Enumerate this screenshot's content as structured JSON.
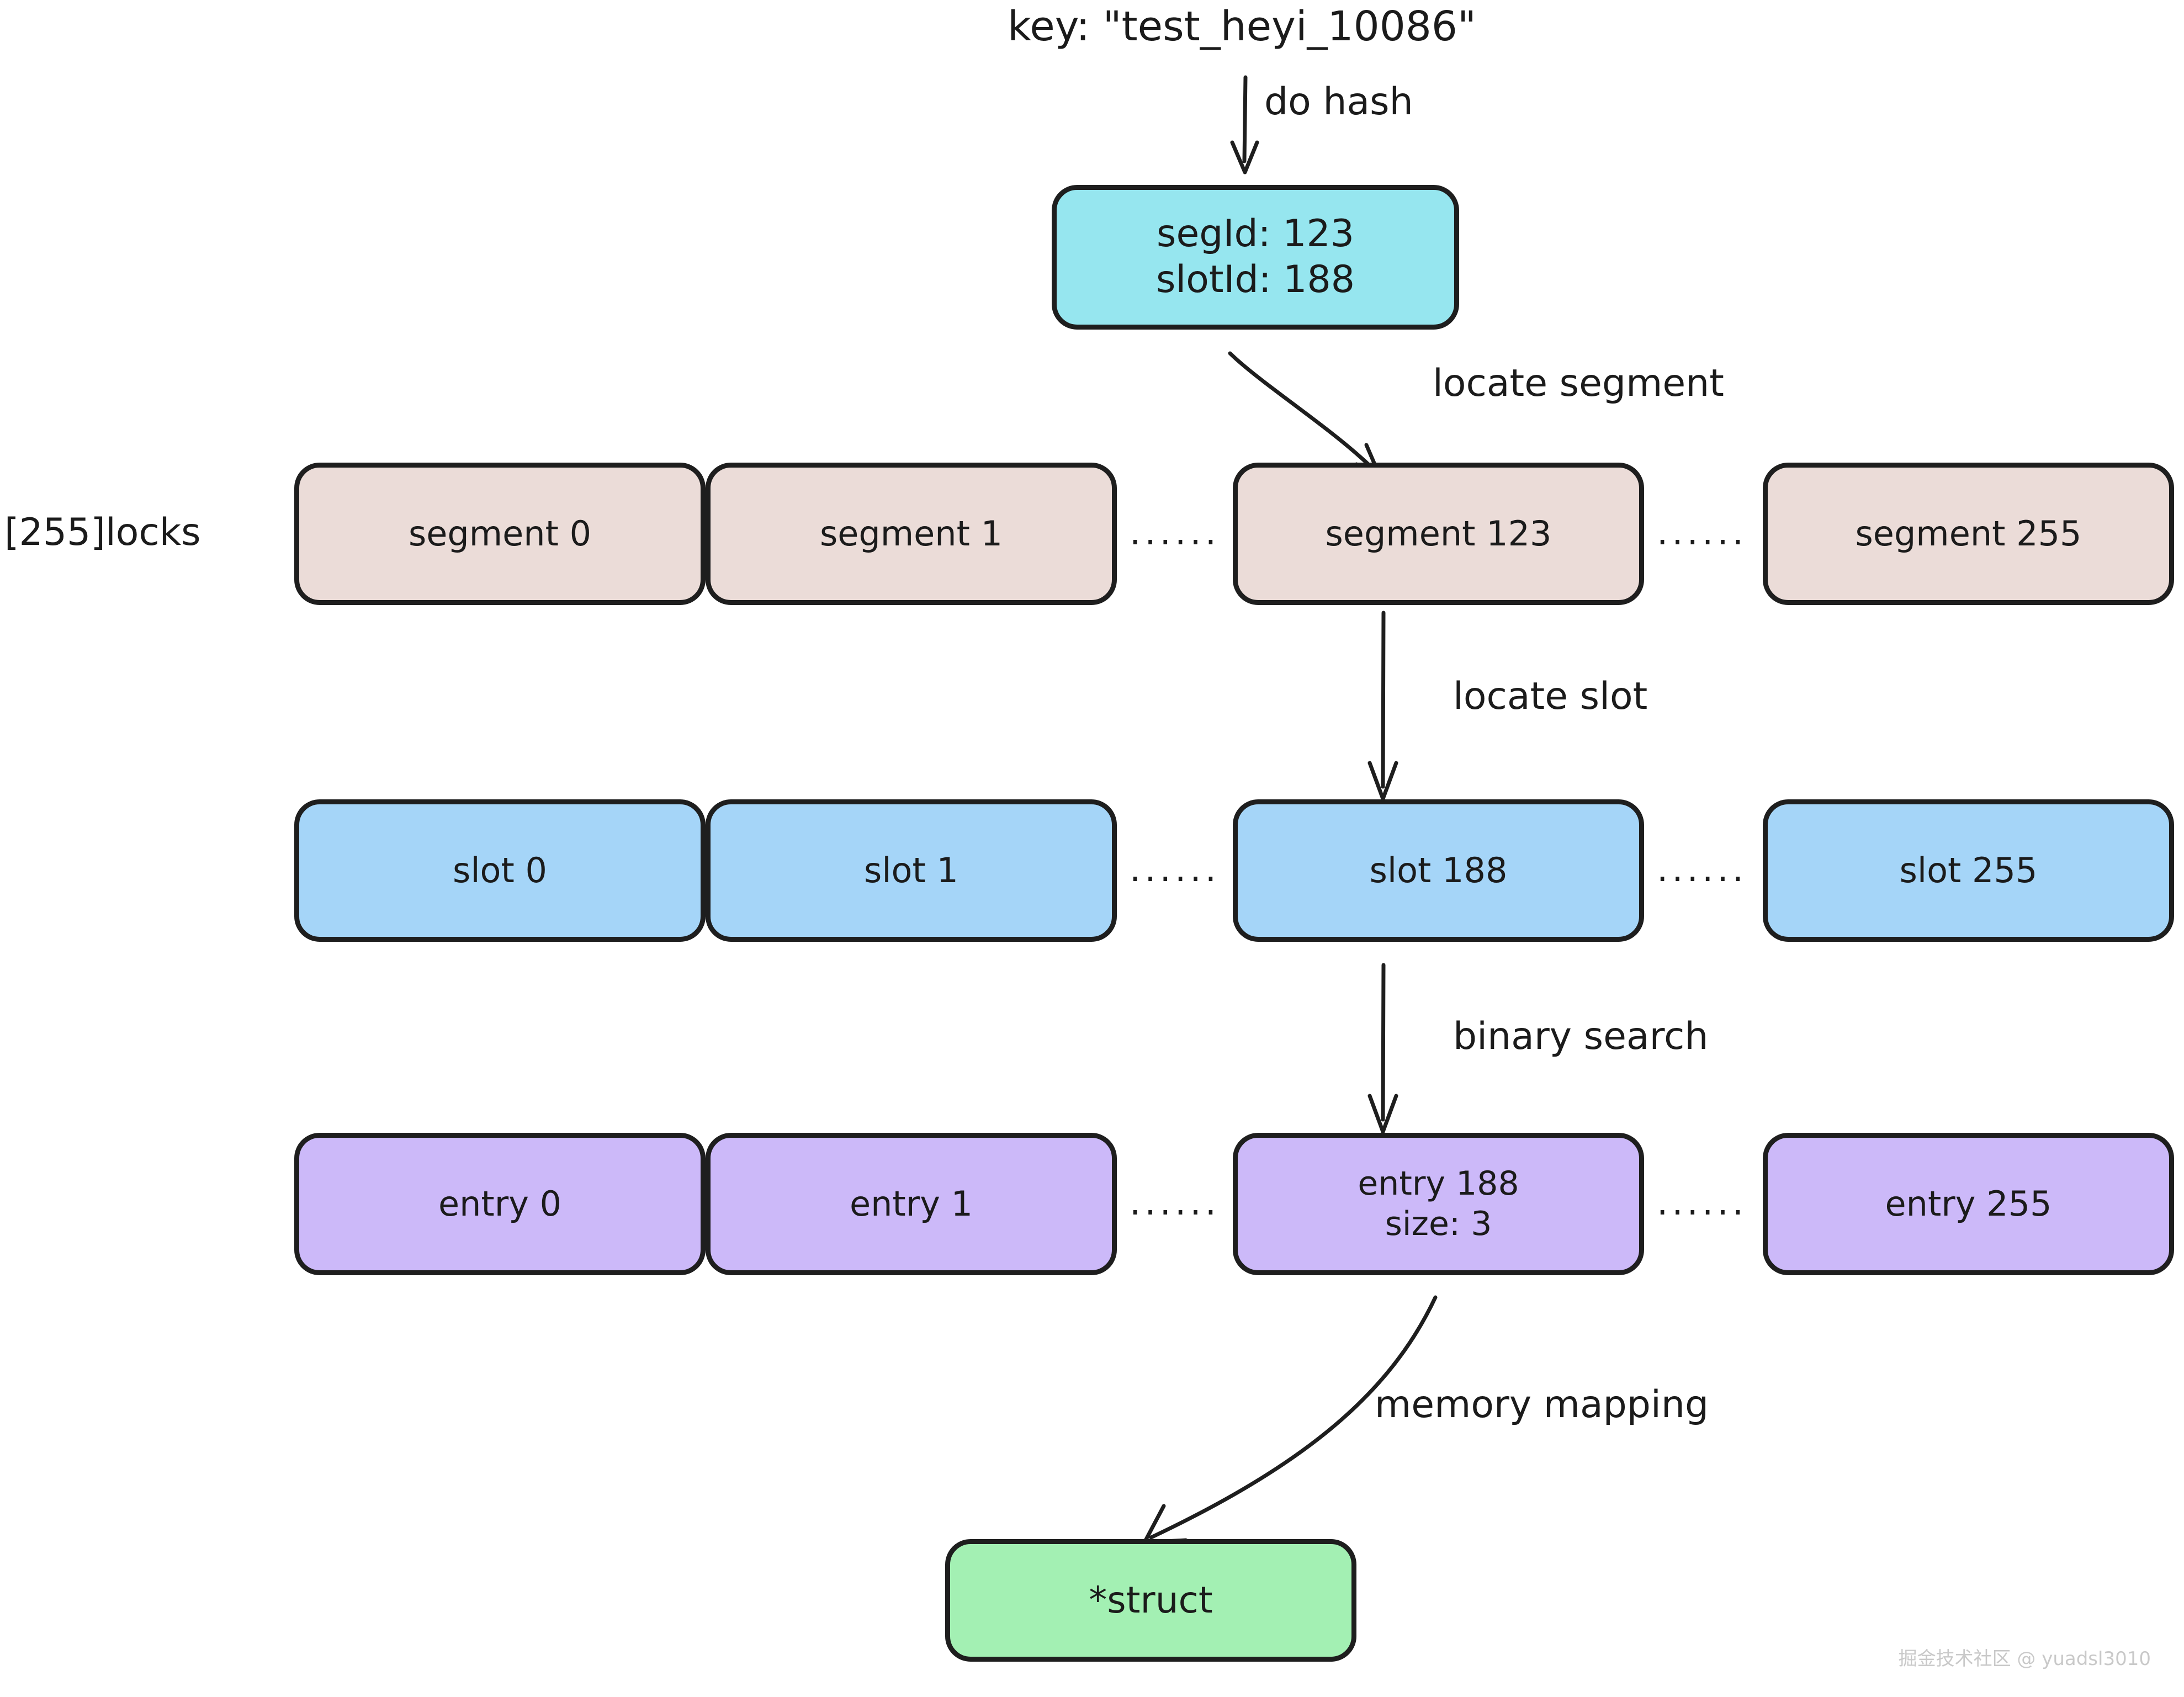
{
  "diagram": {
    "title_note": "key: \"test_heyi_10086\"",
    "background_color": "#ffffff",
    "stroke_color": "#1e1e1e"
  },
  "hash_box": {
    "line1": "segId: 123",
    "line2": "slotId: 188",
    "fill": "#96e6ef"
  },
  "arrows": {
    "do_hash": "do hash",
    "locate_segment": "locate segment",
    "locate_slot": "locate slot",
    "binary_search": "binary search",
    "memory_mapping": "memory mapping"
  },
  "rows": {
    "segments": {
      "side_label": "[255]locks",
      "fill": "#ebdcd8",
      "items": [
        {
          "label": "segment 0"
        },
        {
          "label": "segment 1"
        },
        {
          "label": "segment 123"
        },
        {
          "label": "segment 255"
        }
      ]
    },
    "slots": {
      "fill": "#a5d5f8",
      "items": [
        {
          "label": "slot 0"
        },
        {
          "label": "slot 1"
        },
        {
          "label": "slot 188"
        },
        {
          "label": "slot 255"
        }
      ]
    },
    "entries": {
      "fill": "#ccb9f9",
      "items": [
        {
          "label": "entry 0"
        },
        {
          "label": "entry 1"
        },
        {
          "label": "entry 188",
          "sublabel": "size: 3"
        },
        {
          "label": "entry 255"
        }
      ]
    }
  },
  "ellipsis": {
    "left": "......",
    "right": "......"
  },
  "struct_box": {
    "label": "*struct",
    "fill": "#a3f0b3"
  },
  "watermark": {
    "text": "掘金技术社区 @ yuadsl3010"
  }
}
